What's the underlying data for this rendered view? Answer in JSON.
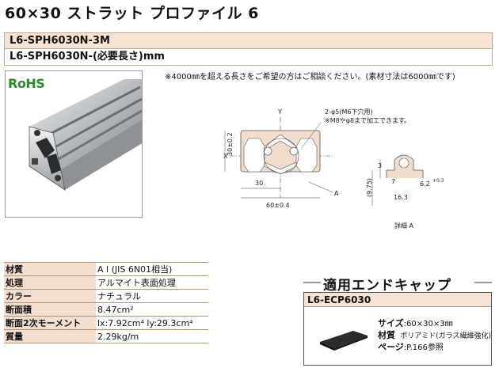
{
  "title": "60×30 ストラット プロファイル 6",
  "part_numbers": [
    "L6-SPH6030N-3M",
    "L6-SPH6030N-(必要長さ)mm"
  ],
  "note": "※4000㎜を超える長さをご希望の方はご相談ください。(素材寸法は6000㎜です)",
  "rohs": "RoHS",
  "drawing": {
    "y_label": "Y",
    "x_label": "X",
    "hole_note_1": "2-φ5(M6下穴用)",
    "hole_note_2": "※M8やφ8まで加工できます。",
    "dim_30_2": "30±0.2",
    "dim_30": "30",
    "dim_60": "60±0.4",
    "label_a": "A",
    "detail_3": "3",
    "detail_975": "(9.75)",
    "detail_62": "6.2",
    "detail_62_sup": "+0.3",
    "detail_163": "16.3",
    "detail_7": "7",
    "detail_caption": "詳細 A"
  },
  "specs": [
    {
      "label": "材質",
      "value": "A l (JIS 6N01相当)"
    },
    {
      "label": "処理",
      "value": "アルマイト表面処理"
    },
    {
      "label": "カラー",
      "value": "ナチュラル"
    },
    {
      "label": "断面積",
      "value": "8.47cm²"
    },
    {
      "label": "断面2次モーメント",
      "value": "lx:7.92cm⁴    ly:29.3cm⁴"
    },
    {
      "label": "質量",
      "value": "2.29kg/m"
    }
  ],
  "endcap": {
    "title": "適用エンドキャップ",
    "part_number": "L6-ECP6030",
    "size_label": "サイズ",
    "size_value": ":60×30×3㎜",
    "material_label": "材質",
    "material_value": "ポリアミド(ガラス繊維強化)",
    "page_label": "ページ",
    "page_value": ":P.166参照"
  }
}
